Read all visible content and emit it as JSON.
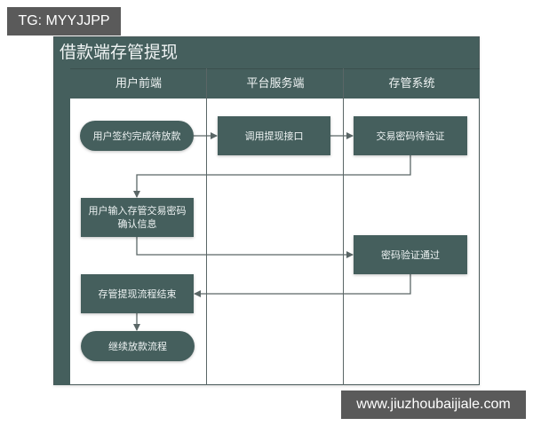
{
  "watermarks": {
    "top": "TG: MYYJJPP",
    "bottom": "www.jiuzhoubaijiale.com"
  },
  "diagram": {
    "title": "借款端存管提现",
    "lanes": [
      {
        "label": "用户前端"
      },
      {
        "label": "平台服务端"
      },
      {
        "label": "存管系统"
      }
    ],
    "nodes": [
      {
        "id": "n1",
        "label": "用户签约完成待放款",
        "lane": 0,
        "shape": "pill"
      },
      {
        "id": "n2",
        "label": "调用提现接口",
        "lane": 1,
        "shape": "rect"
      },
      {
        "id": "n3",
        "label": "交易密码待验证",
        "lane": 2,
        "shape": "rect"
      },
      {
        "id": "n4",
        "label": "用户输入存管交易密码\n确认信息",
        "line1": "用户输入存管交易密码",
        "line2": "确认信息",
        "lane": 0,
        "shape": "rect"
      },
      {
        "id": "n5",
        "label": "密码验证通过",
        "lane": 2,
        "shape": "rect"
      },
      {
        "id": "n6",
        "label": "存管提现流程结束",
        "lane": 0,
        "shape": "rect"
      },
      {
        "id": "n7",
        "label": "继续放款流程",
        "lane": 0,
        "shape": "pill"
      }
    ],
    "edges": [
      {
        "from": "n1",
        "to": "n2"
      },
      {
        "from": "n2",
        "to": "n3"
      },
      {
        "from": "n3",
        "to": "n4"
      },
      {
        "from": "n4",
        "to": "n5"
      },
      {
        "from": "n5",
        "to": "n6"
      },
      {
        "from": "n6",
        "to": "n7"
      }
    ],
    "colors": {
      "band": "#455f5d",
      "node": "#455f5d",
      "node_text": "#eef3f3",
      "line": "#5a6666"
    }
  }
}
